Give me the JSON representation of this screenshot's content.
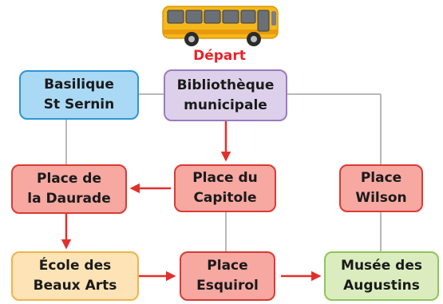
{
  "start": {
    "label": "Départ",
    "icon": "bus-icon"
  },
  "nodes": {
    "basilique": {
      "label": "Basilique\nSt Sernin"
    },
    "bibliotheque": {
      "label": "Bibliothèque\nmunicipale"
    },
    "daurade": {
      "label": "Place de\nla Daurade"
    },
    "capitole": {
      "label": "Place du\nCapitole"
    },
    "wilson": {
      "label": "Place\nWilson"
    },
    "beaux_arts": {
      "label": "École des\nBeaux Arts"
    },
    "esquirol": {
      "label": "Place\nEsquirol"
    },
    "augustins": {
      "label": "Musée des\nAugustins"
    }
  },
  "colors": {
    "arrow": "#e32f2c",
    "connector": "#b8b8b8",
    "start_label": "#e8232b",
    "bus_body": "#f5b81c"
  },
  "route": [
    [
      "bibliotheque",
      "capitole"
    ],
    [
      "capitole",
      "daurade"
    ],
    [
      "daurade",
      "beaux_arts"
    ],
    [
      "beaux_arts",
      "esquirol"
    ],
    [
      "esquirol",
      "augustins"
    ]
  ]
}
